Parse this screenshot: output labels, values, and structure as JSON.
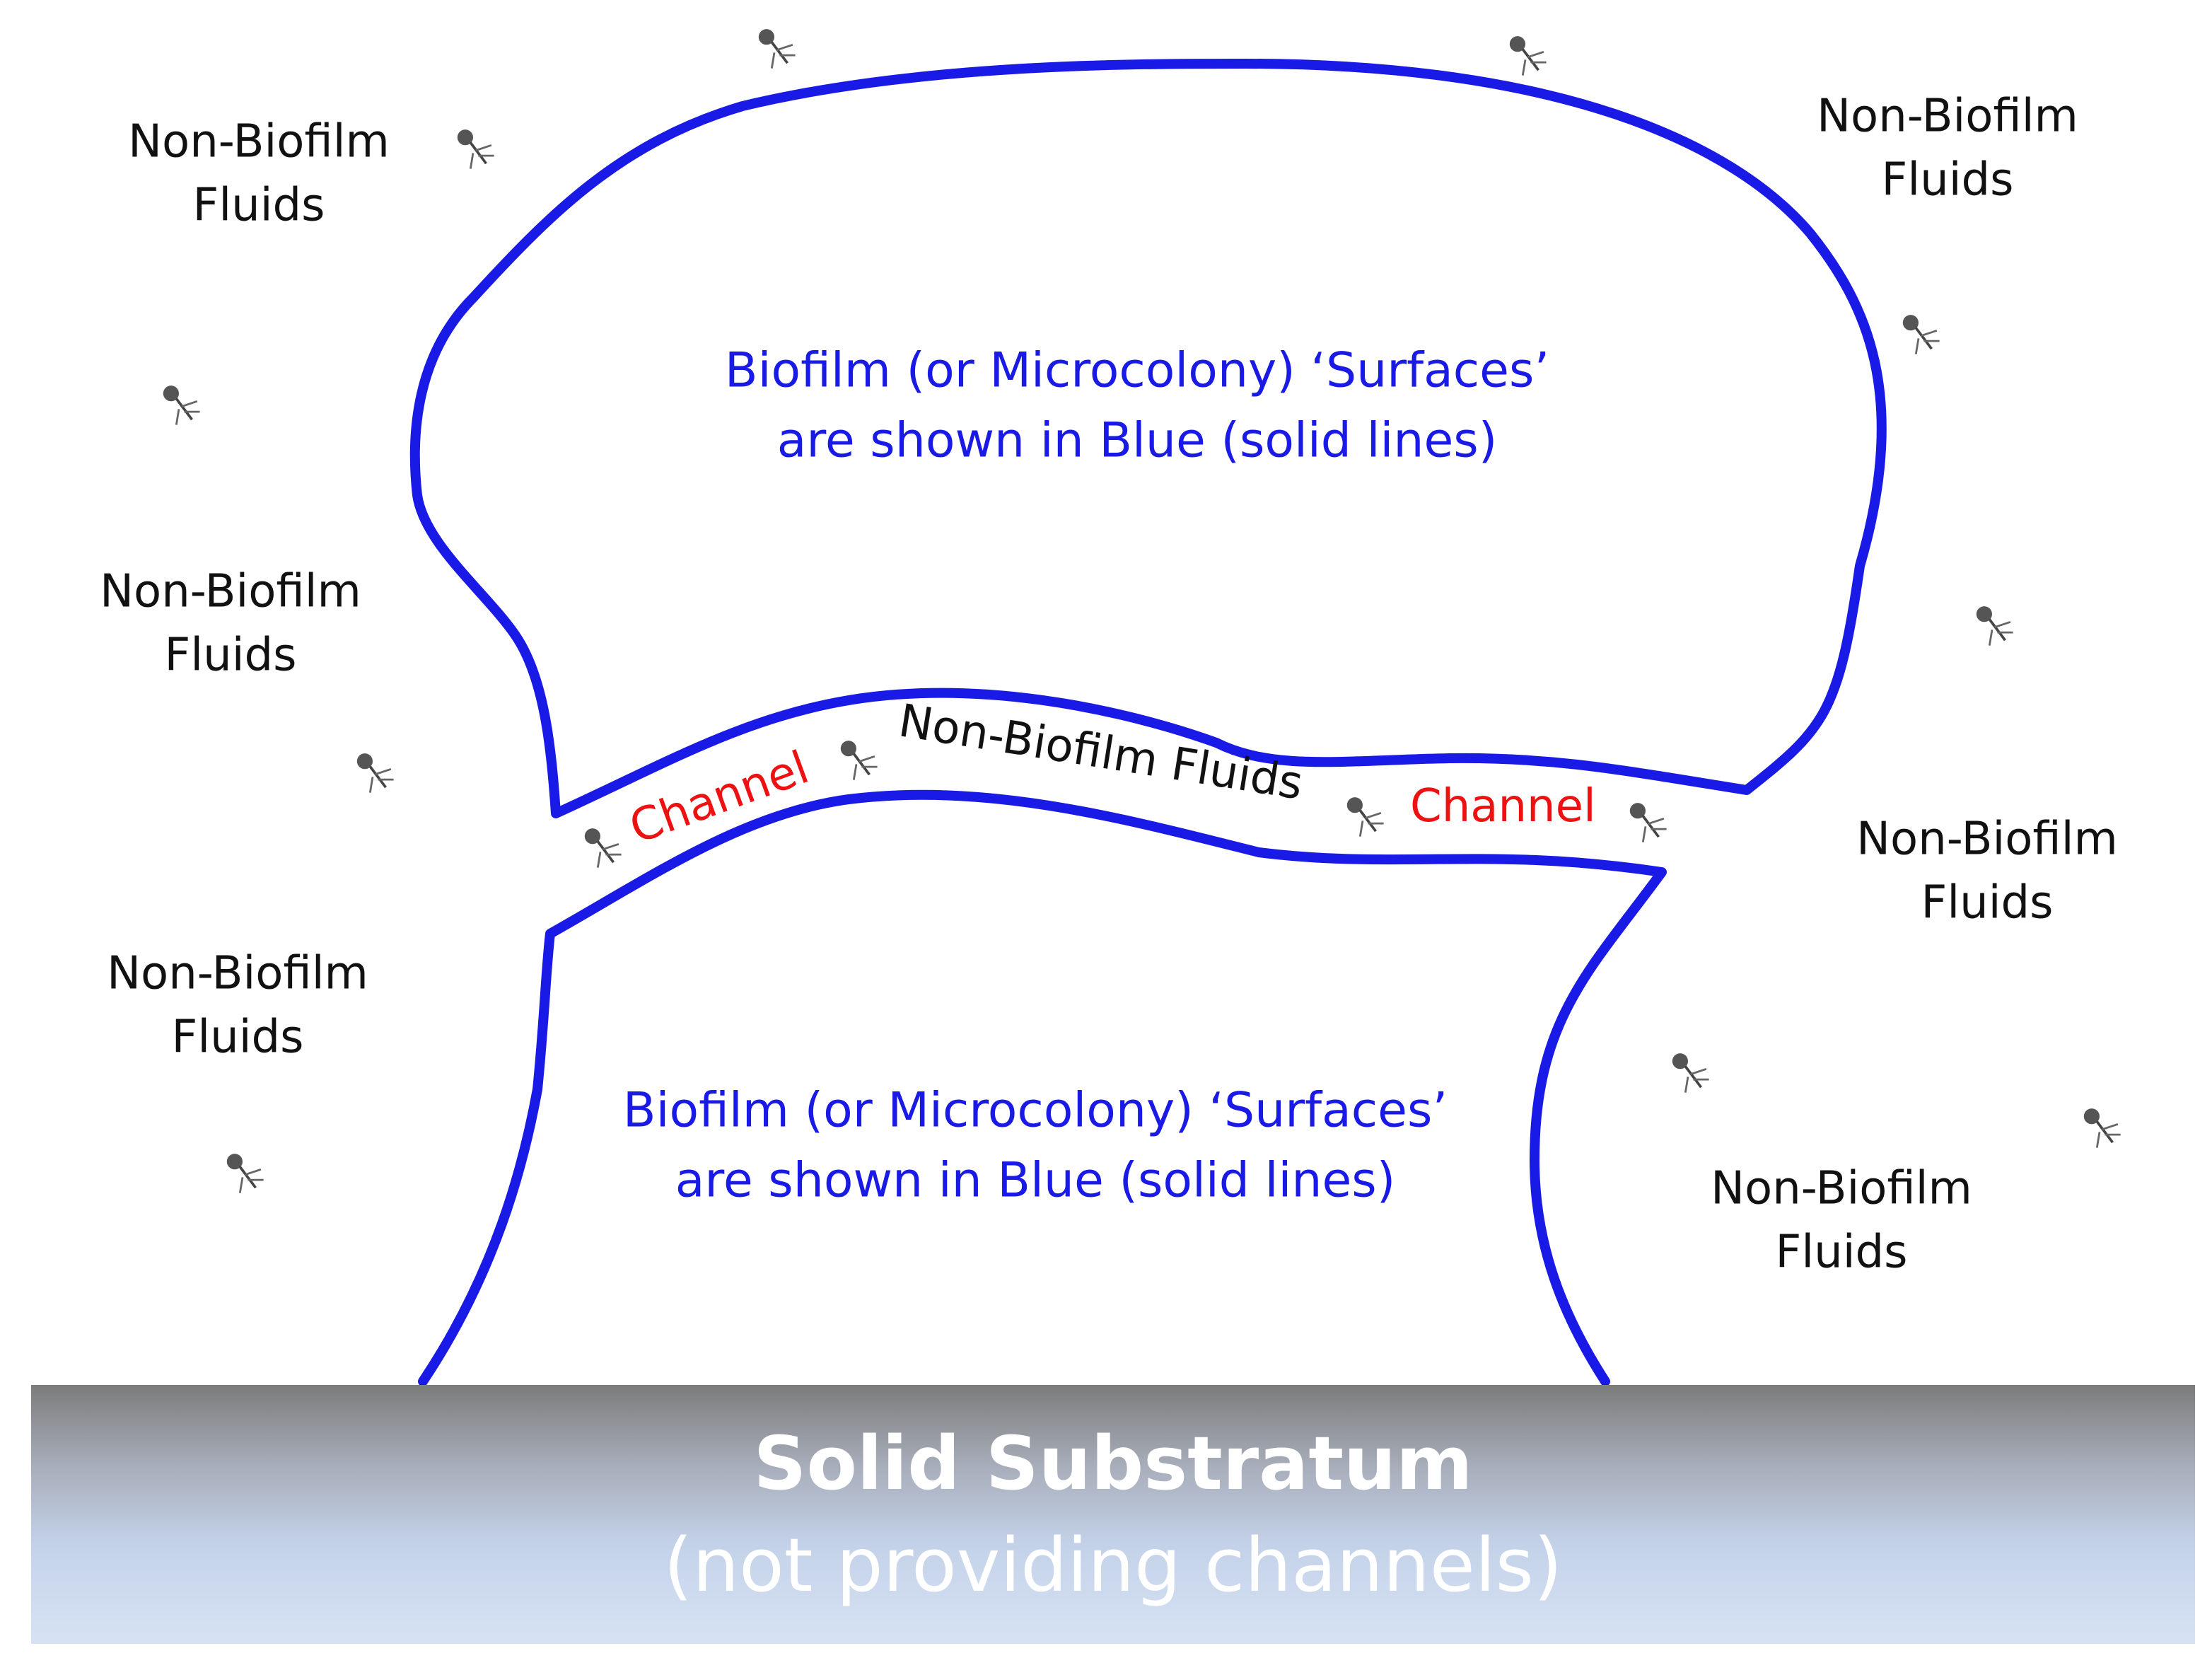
{
  "labels": {
    "fluid_line1": "Non-Biofilm",
    "fluid_line2": "Fluids",
    "channel_fluids": "Non-Biofilm Fluids",
    "channel": "Channel"
  },
  "biofilm_upper": {
    "line1": "Biofilm (or Microcolony) ‘Surfaces’",
    "line2": "are shown in Blue (solid lines)"
  },
  "biofilm_lower": {
    "line1": "Biofilm (or Microcolony) ‘Surfaces’",
    "line2": "are shown in Blue (solid lines)"
  },
  "substrate": {
    "title": "Solid Substratum",
    "subtitle": "(not providing channels)"
  },
  "colors": {
    "outline": "#1a1ae6",
    "channel_label": "#ee1111",
    "text": "#111111"
  },
  "icons": {
    "bacterium": "bacteriophage-icon"
  }
}
